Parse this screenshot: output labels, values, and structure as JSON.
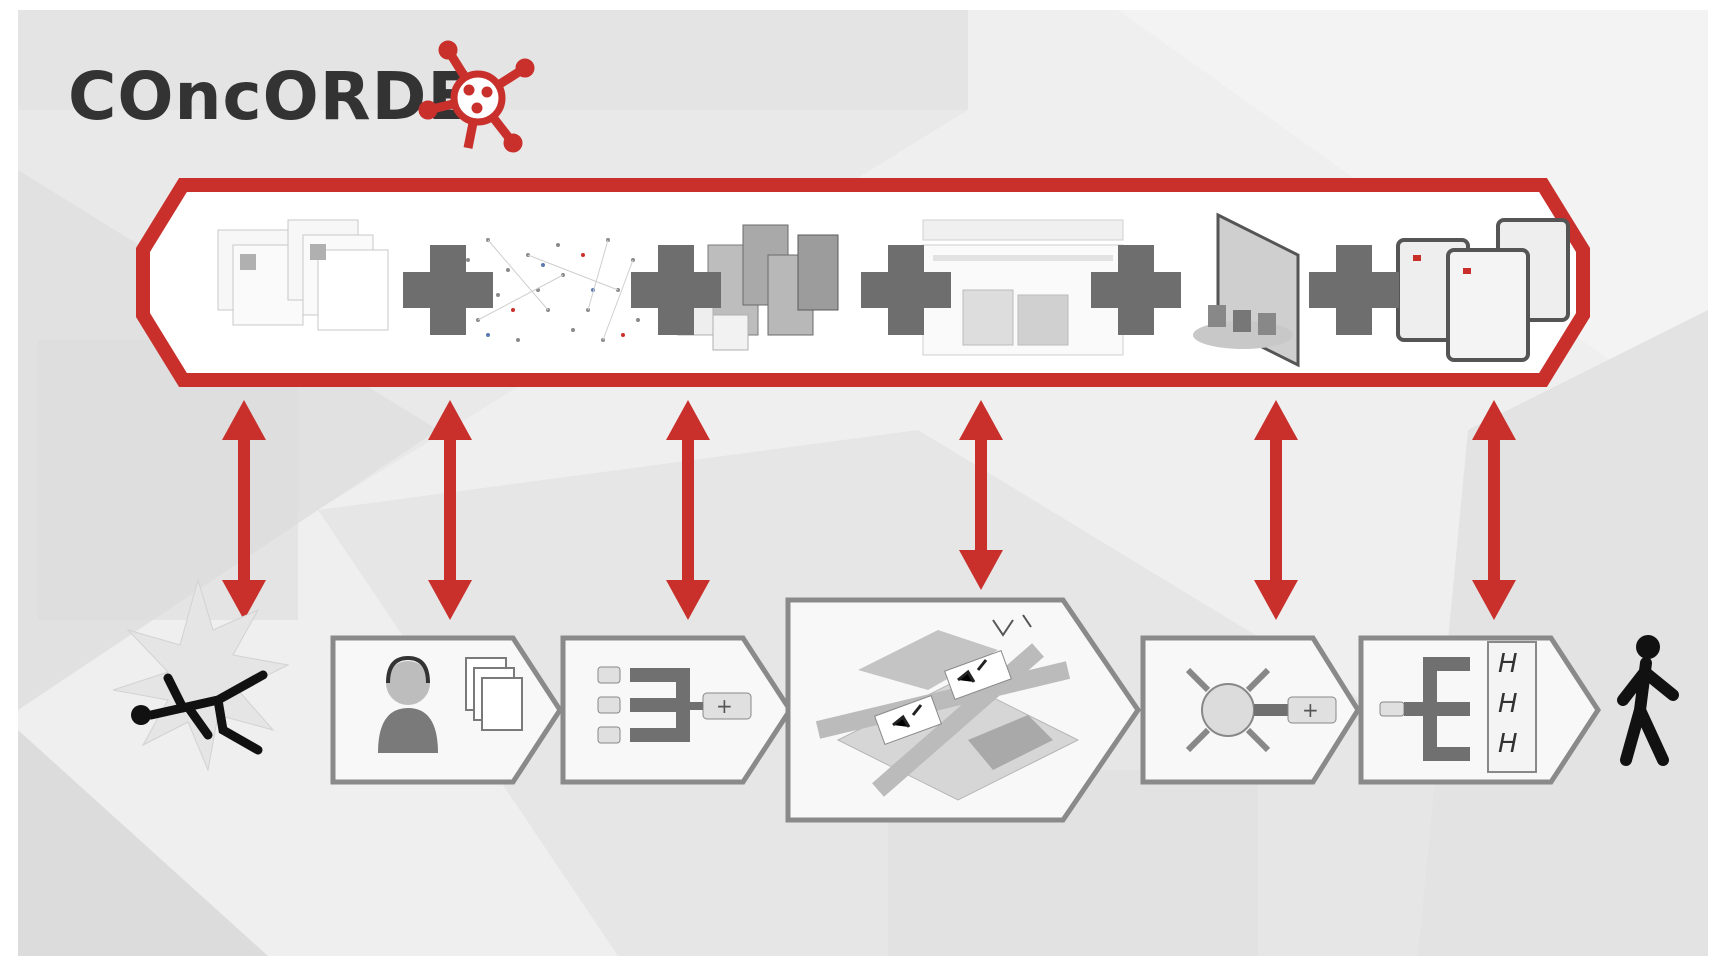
{
  "title": "COncORDE",
  "colors": {
    "accent": "#c9302c",
    "stage_bg": "#efefef",
    "gray_plus": "#6e6e6e",
    "chevron_border": "#8a8a8a",
    "text": "#333333"
  },
  "top_band": {
    "items": [
      {
        "name": "document-stack-icon"
      },
      {
        "name": "network-graph-icon"
      },
      {
        "name": "server-cluster-icon"
      },
      {
        "name": "software-screen-icon"
      },
      {
        "name": "command-center-screen-icon"
      },
      {
        "name": "tablet-devices-icon"
      }
    ]
  },
  "process_steps": [
    {
      "name": "injured-person-icon"
    },
    {
      "name": "call-center-operator-icon"
    },
    {
      "name": "ambulance-dispatch-icon"
    },
    {
      "name": "incident-site-map-icon"
    },
    {
      "name": "medical-triage-hub-icon"
    },
    {
      "name": "hospital-distribution-icon"
    },
    {
      "name": "walking-person-icon"
    }
  ],
  "hospital_labels": [
    "H",
    "H",
    "H"
  ],
  "plus_label": "+"
}
